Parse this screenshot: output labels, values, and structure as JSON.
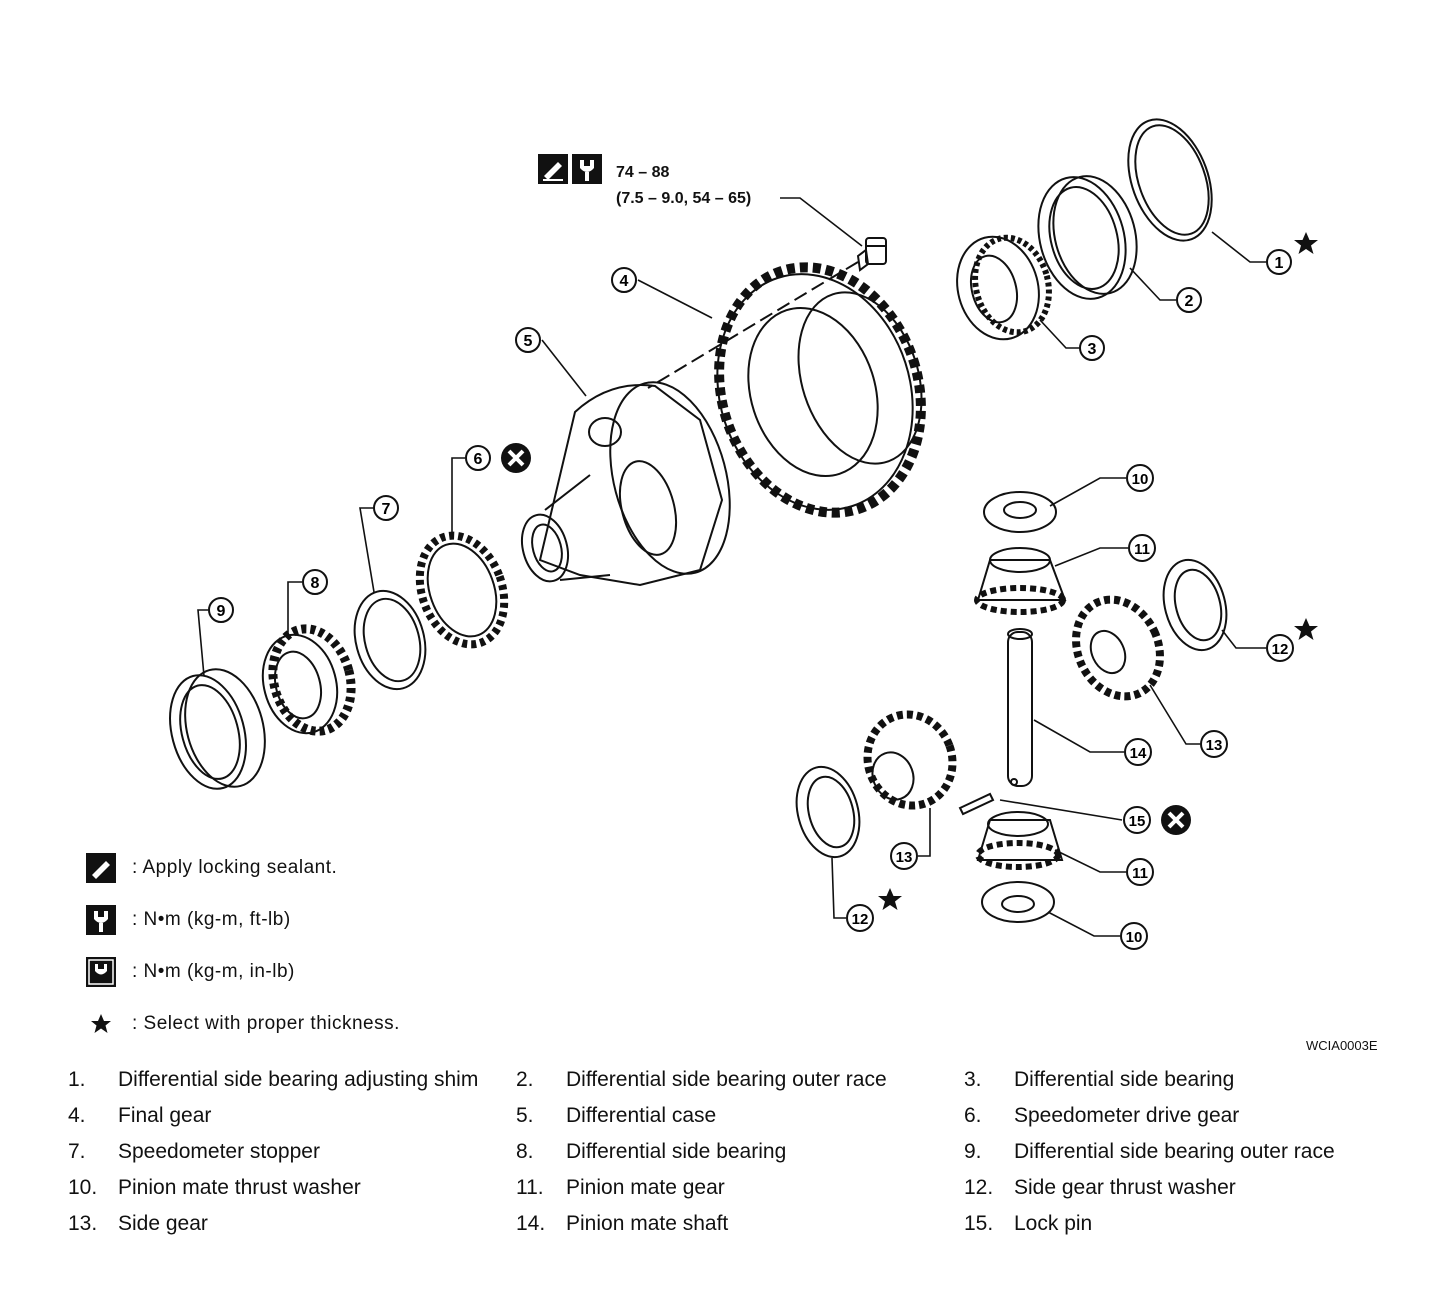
{
  "torque_spec": {
    "value": "74 – 88",
    "detail": "(7.5 – 9.0, 54 – 65)"
  },
  "callouts": [
    "1",
    "2",
    "3",
    "4",
    "5",
    "6",
    "7",
    "8",
    "9",
    "10",
    "11",
    "12",
    "13",
    "14",
    "15"
  ],
  "legend": [
    {
      "icon": "sealant-icon",
      "text": ": Apply locking sealant."
    },
    {
      "icon": "torque-wrench-icon",
      "text": ": N•m (kg-m, ft-lb)"
    },
    {
      "icon": "torque-wrench-small-icon",
      "text": ": N•m (kg-m, in-lb)"
    },
    {
      "icon": "star-icon",
      "text": ": Select with proper thickness."
    }
  ],
  "figure_code": "WCIA0003E",
  "parts": [
    {
      "num": "1.",
      "name": "Differential side bearing adjusting shim"
    },
    {
      "num": "2.",
      "name": "Differential side bearing outer race"
    },
    {
      "num": "3.",
      "name": "Differential side bearing"
    },
    {
      "num": "4.",
      "name": "Final gear"
    },
    {
      "num": "5.",
      "name": "Differential case"
    },
    {
      "num": "6.",
      "name": "Speedometer drive gear"
    },
    {
      "num": "7.",
      "name": "Speedometer stopper"
    },
    {
      "num": "8.",
      "name": "Differential side bearing"
    },
    {
      "num": "9.",
      "name": "Differential side bearing outer race"
    },
    {
      "num": "10.",
      "name": "Pinion mate thrust washer"
    },
    {
      "num": "11.",
      "name": "Pinion mate gear"
    },
    {
      "num": "12.",
      "name": "Side gear thrust washer"
    },
    {
      "num": "13.",
      "name": "Side gear"
    },
    {
      "num": "14.",
      "name": "Pinion mate shaft"
    },
    {
      "num": "15.",
      "name": "Lock pin"
    }
  ]
}
